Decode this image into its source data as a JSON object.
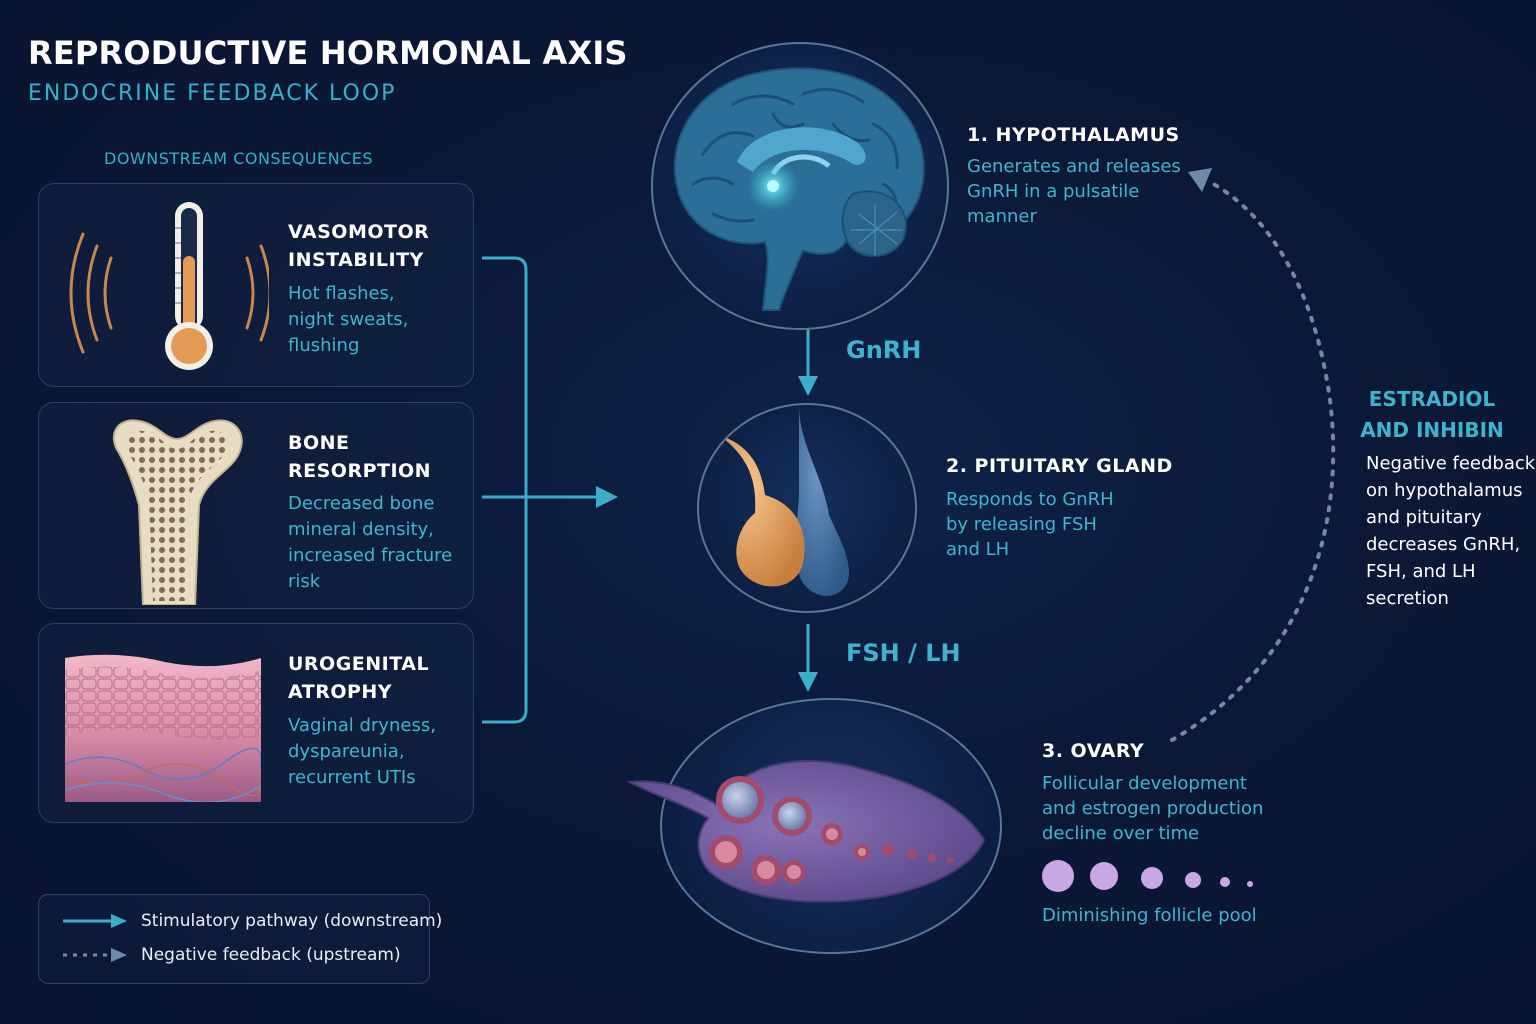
{
  "header": {
    "title": "REPRODUCTIVE HORMONAL AXIS",
    "subtitle": "ENDOCRINE FEEDBACK LOOP"
  },
  "consequences": {
    "label": "DOWNSTREAM CONSEQUENCES",
    "cards": [
      {
        "title_line1": "VASOMOTOR",
        "title_line2": "INSTABILITY",
        "desc": [
          "Hot flashes,",
          "night sweats,",
          "flushing"
        ],
        "icon": "thermometer-icon"
      },
      {
        "title_line1": "BONE",
        "title_line2": "RESORPTION",
        "desc": [
          "Decreased bone",
          "mineral density,",
          "increased fracture",
          "risk"
        ],
        "icon": "bone-icon"
      },
      {
        "title_line1": "UROGENITAL",
        "title_line2": "ATROPHY",
        "desc": [
          "Vaginal dryness,",
          "dyspareunia,",
          "recurrent UTIs"
        ],
        "icon": "tissue-icon"
      }
    ]
  },
  "axis": {
    "hypothalamus": {
      "title": "1.  HYPOTHALAMUS",
      "desc": [
        "Generates and releases",
        "GnRH in a pulsatile",
        "manner"
      ],
      "icon": "brain-icon"
    },
    "gnrh_label": "GnRH",
    "pituitary": {
      "title": "2.  PITUITARY GLAND",
      "desc": [
        "Responds to GnRH",
        "by releasing FSH",
        "and LH"
      ],
      "icon": "pituitary-icon"
    },
    "fsh_lh_label": "FSH / LH",
    "ovary": {
      "title": "3.  OVARY",
      "desc": [
        "Follicular development",
        "and estrogen production",
        "decline over time"
      ],
      "icon": "ovary-icon"
    },
    "follicle_pool_label": "Diminishing follicle pool"
  },
  "feedback": {
    "title_line1": "ESTRADIOL",
    "title_line2": "AND INHIBIN",
    "desc": [
      "Negative feedback",
      "on hypothalamus",
      "and pituitary",
      "decreases GnRH,",
      "FSH, and LH",
      "secretion"
    ]
  },
  "legend": {
    "items": [
      {
        "label": "Stimulatory pathway (downstream)",
        "style": "solid"
      },
      {
        "label": "Negative feedback (upstream)",
        "style": "dotted"
      }
    ]
  },
  "colors": {
    "background": "#0b1937",
    "accent": "#3eb3cd",
    "feedback_dots": "#6f8aa8",
    "card_border": "#2c4266"
  }
}
